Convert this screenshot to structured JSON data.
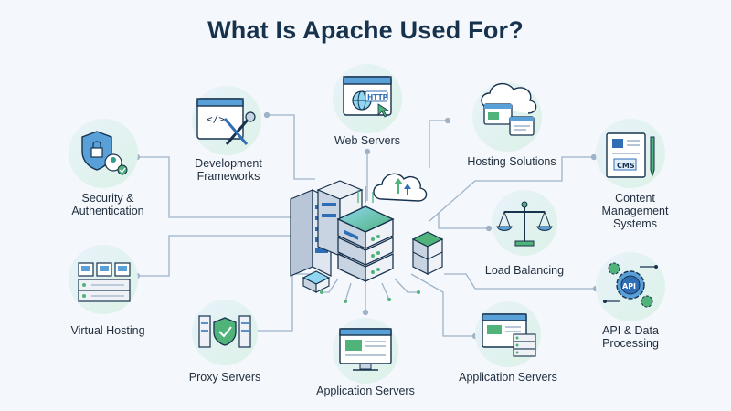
{
  "title": "What Is Apache Used For?",
  "nodes": [
    {
      "id": "security",
      "label": "Security &\nAuthentication",
      "icon": "shield-lock-icon"
    },
    {
      "id": "dev",
      "label": "Development\nFrameworks",
      "icon": "code-tools-icon"
    },
    {
      "id": "web",
      "label": "Web Servers",
      "icon": "browser-globe-icon"
    },
    {
      "id": "hosting",
      "label": "Hosting Solutions",
      "icon": "cloud-hosting-icon"
    },
    {
      "id": "cms",
      "label": "Content\nManagement\nSystems",
      "icon": "cms-document-icon"
    },
    {
      "id": "virtual",
      "label": "Virtual Hosting",
      "icon": "server-rack-icon"
    },
    {
      "id": "load",
      "label": "Load Balancing",
      "icon": "balance-scale-icon"
    },
    {
      "id": "api",
      "label": "API & Data\nProcessing",
      "icon": "api-gears-icon"
    },
    {
      "id": "proxy",
      "label": "Proxy Servers",
      "icon": "proxy-shield-icon"
    },
    {
      "id": "app1",
      "label": "Application Servers",
      "icon": "monitor-app-icon"
    },
    {
      "id": "app2",
      "label": "Application Servers",
      "icon": "app-window-stack-icon"
    }
  ],
  "badges": {
    "http": "HTTP",
    "cms": "CMS",
    "api": "API"
  },
  "colors": {
    "navy": "#17324d",
    "blue": "#2f6db5",
    "teal": "#2f9e8f",
    "green": "#4fb37a",
    "circle": "#dff0ee",
    "line": "#9fb3c8"
  }
}
